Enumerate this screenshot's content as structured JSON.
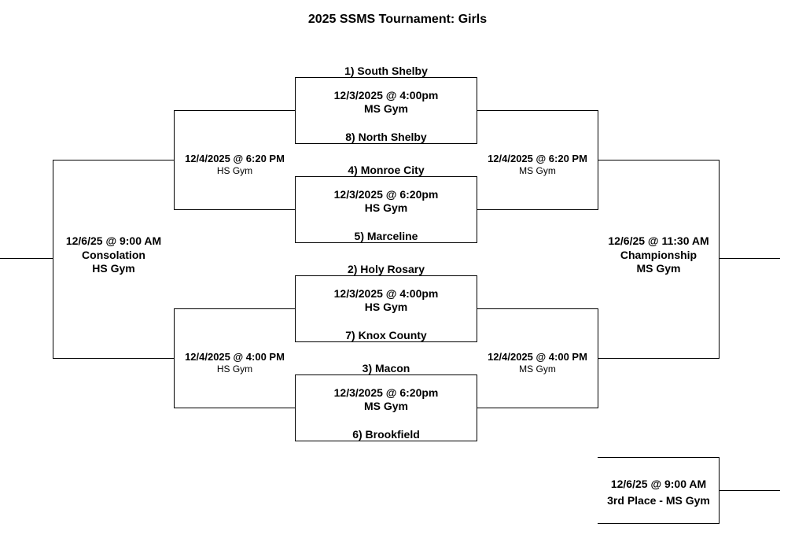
{
  "title": "2025 SSMS Tournament:  Girls",
  "round1": [
    {
      "top_team": "1) South Shelby",
      "date": "12/3/2025 @ 4:00pm",
      "venue": "MS Gym",
      "bottom_team": "8) North Shelby"
    },
    {
      "top_team": "4) Monroe City",
      "date": "12/3/2025 @ 6:20pm",
      "venue": "HS Gym",
      "bottom_team": "5) Marceline"
    },
    {
      "top_team": "2) Holy Rosary",
      "date": "12/3/2025 @ 4:00pm",
      "venue": "HS Gym",
      "bottom_team": "7) Knox County"
    },
    {
      "top_team": "3) Macon",
      "date": "12/3/2025 @ 6:20pm",
      "venue": "MS Gym",
      "bottom_team": "6)  Brookfield"
    }
  ],
  "left_semis": [
    {
      "date": "12/4/2025 @ 6:20 PM",
      "venue": "HS Gym"
    },
    {
      "date": "12/4/2025 @ 4:00 PM",
      "venue": "HS Gym"
    }
  ],
  "right_semis": [
    {
      "date": "12/4/2025 @ 6:20 PM",
      "venue": "MS Gym"
    },
    {
      "date": "12/4/2025 @ 4:00 PM",
      "venue": "MS Gym"
    }
  ],
  "consolation": {
    "date": "12/6/25 @ 9:00 AM",
    "label": "Consolation",
    "venue": "HS Gym"
  },
  "championship": {
    "date": "12/6/25 @ 11:30 AM",
    "label": "Championship",
    "venue": "MS Gym"
  },
  "third_place": {
    "date": "12/6/25 @ 9:00 AM",
    "label": "3rd Place - MS Gym"
  }
}
